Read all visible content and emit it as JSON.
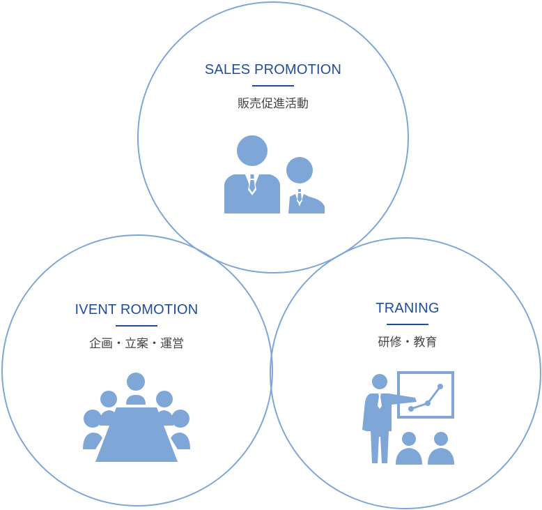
{
  "sales": {
    "title": "SALES PROMOTION",
    "subtitle": "販売促進活動",
    "icon": "two-businessmen-icon"
  },
  "event": {
    "title": "IVENT ROMOTION",
    "subtitle": "企画・立案・運営",
    "icon": "meeting-table-icon"
  },
  "training": {
    "title": "TRANING",
    "subtitle": "研修・教育",
    "icon": "presentation-board-icon"
  },
  "colors": {
    "circle_stroke": "#7ea6d6",
    "title": "#1f4d9a",
    "icon_fill": "#7ea6d6",
    "subtitle": "#444444"
  }
}
